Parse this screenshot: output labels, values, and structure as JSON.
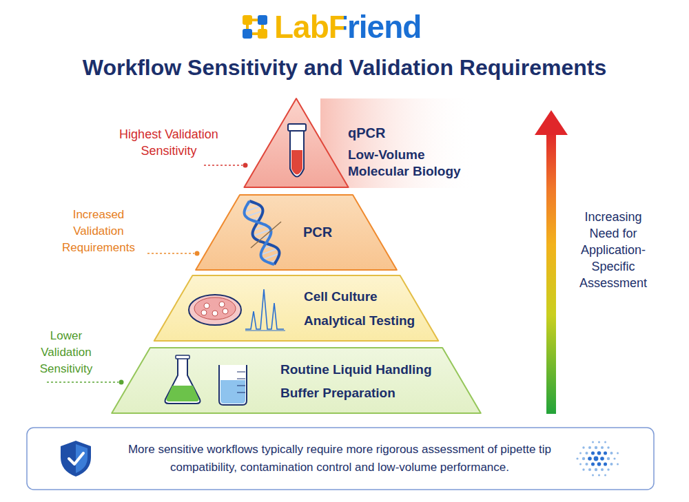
{
  "diagram": {
    "title": "Workflow Sensitivity and Validation Requirements",
    "nodes": [
      {
        "text": [
          "qPCR",
          "Low-Volume Molecular Biology"
        ]
      },
      {
        "text": [
          "PCR"
        ]
      },
      {
        "text": [
          "Cell Culture",
          "Analytical Testing"
        ]
      },
      {
        "text": [
          "Routine Liquid Handling",
          "Buffer Preparation"
        ]
      },
      {
        "text": [
          "More sensitive workflows typically require more rigorous assessment of pipette tip compatibility, contamination control and low-volume performance."
        ]
      }
    ],
    "labels": [
      "LabFriend",
      "Highest Validation Sensitivity",
      "Increased Validation Requirements",
      "Lower Validation Sensitivity",
      "Increasing Need for Application-Specific Assessment"
    ]
  }
}
